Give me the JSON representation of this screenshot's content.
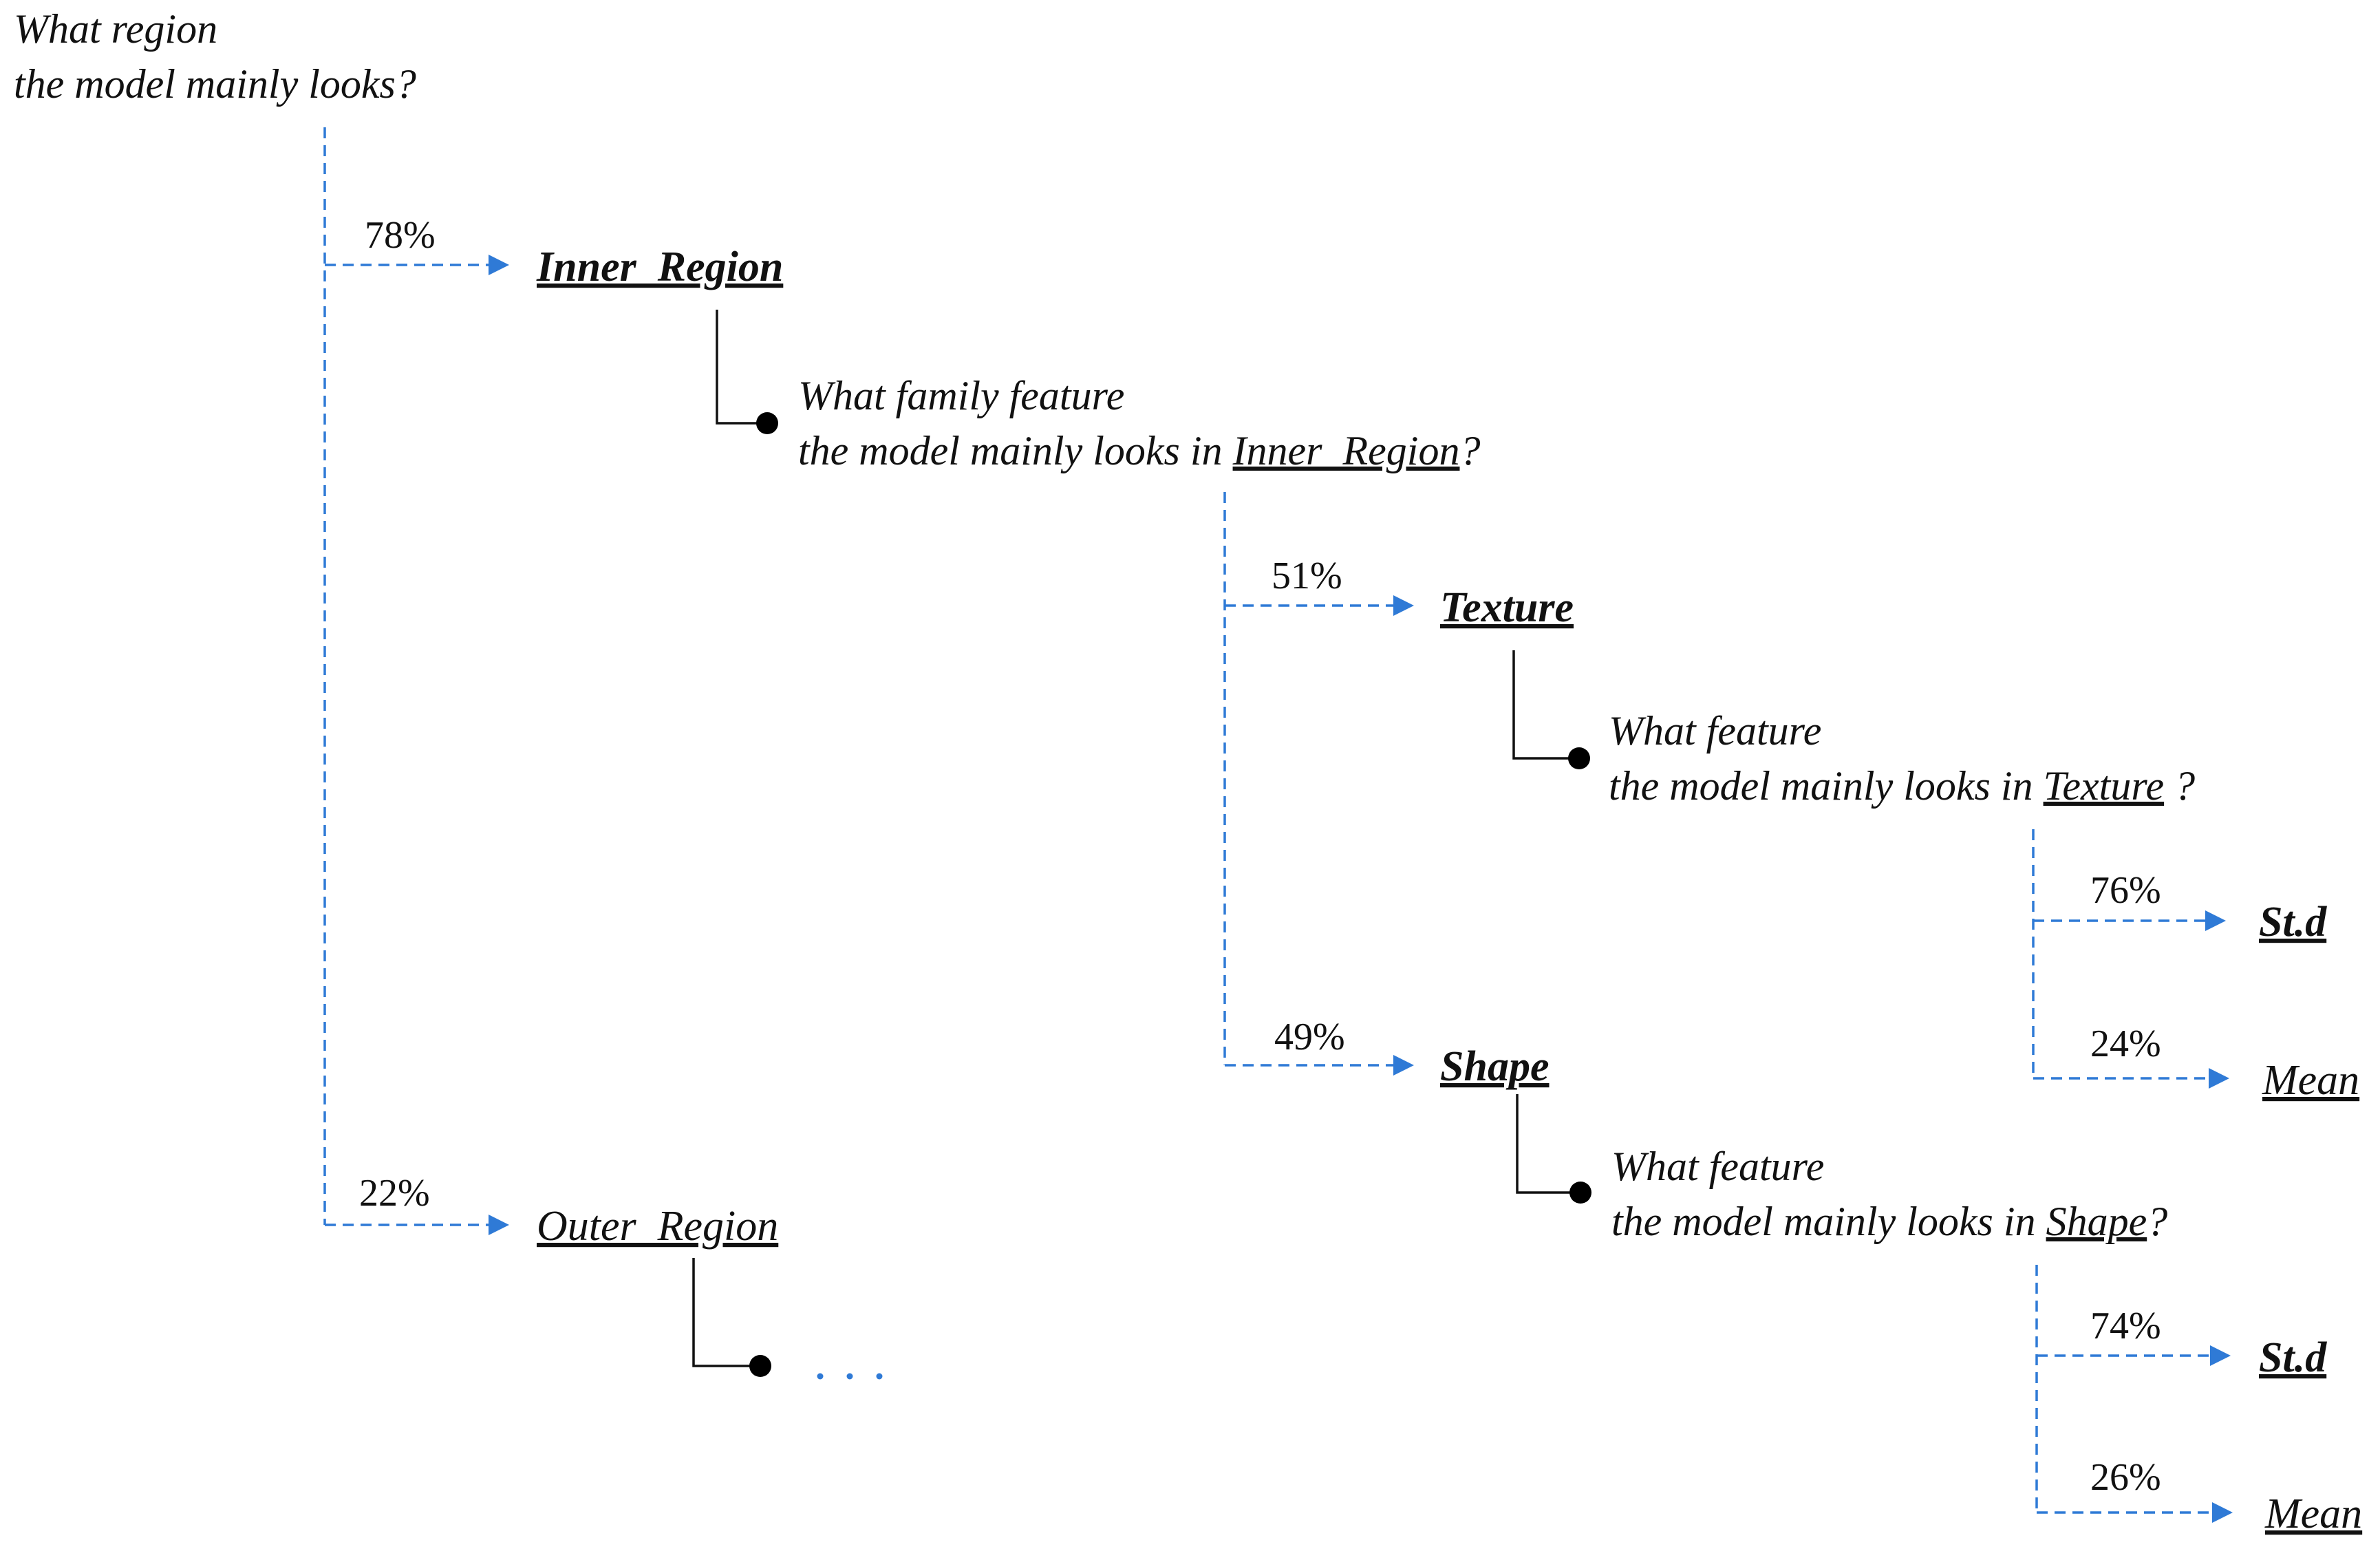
{
  "root_question": {
    "line1": "What region",
    "line2": "the model mainly looks?"
  },
  "region_split": {
    "inner": {
      "percent": "78%",
      "label": "Inner_Region"
    },
    "outer": {
      "percent": "22%",
      "label": "Outer_Region",
      "continuation": "..."
    }
  },
  "family_question": {
    "line1": "What family feature",
    "line2_prefix": "the model mainly looks in ",
    "line2_ref": "Inner_Region",
    "line2_suffix": "?"
  },
  "family_split": {
    "texture": {
      "percent": "51%",
      "label": "Texture"
    },
    "shape": {
      "percent": "49%",
      "label": "Shape"
    }
  },
  "texture_question": {
    "line1": "What feature",
    "line2_prefix": "the model mainly looks in ",
    "line2_ref": "Texture",
    "line2_suffix": " ?"
  },
  "texture_split": {
    "std": {
      "percent": "76%",
      "label": "St.d"
    },
    "mean": {
      "percent": "24%",
      "label": "Mean"
    }
  },
  "shape_question": {
    "line1": "What feature",
    "line2_prefix": "the model mainly looks in ",
    "line2_ref": "Shape",
    "line2_suffix": "?"
  },
  "shape_split": {
    "std": {
      "percent": "74%",
      "label": "St.d"
    },
    "mean": {
      "percent": "26%",
      "label": "Mean"
    }
  },
  "colors": {
    "connector": "#2f7ad6",
    "stem": "#111111",
    "text": "#111111"
  }
}
